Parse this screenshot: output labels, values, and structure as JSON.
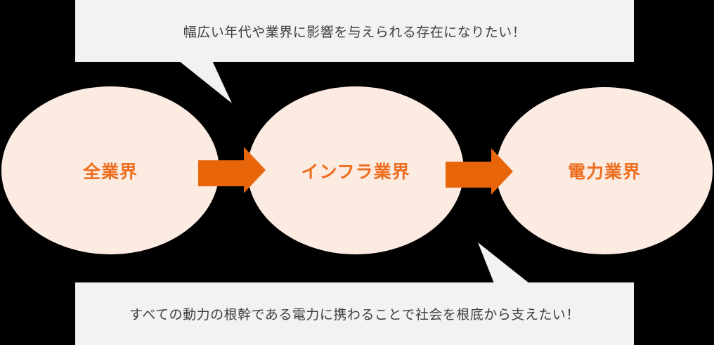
{
  "canvas": {
    "background_color": "#000000"
  },
  "bubbles": {
    "top": {
      "text": "幅広い年代や業界に影響を与えられる存在になりたい！",
      "bg_color": "#f2f2f2",
      "text_color": "#404040",
      "tail_direction": "down-left"
    },
    "bottom": {
      "text": "すべての動力の根幹である電力に携わることで社会を根底から支えたい！",
      "bg_color": "#f2f2f2",
      "text_color": "#404040",
      "tail_direction": "up-left"
    }
  },
  "flow": {
    "steps": [
      {
        "label": "全業界"
      },
      {
        "label": "インフラ業界"
      },
      {
        "label": "電力業界"
      }
    ],
    "ellipse_fill_color": "#fcebe1",
    "label_color": "#ed6d1e",
    "arrow_color": "#e8650a",
    "arrow_direction": "right"
  }
}
